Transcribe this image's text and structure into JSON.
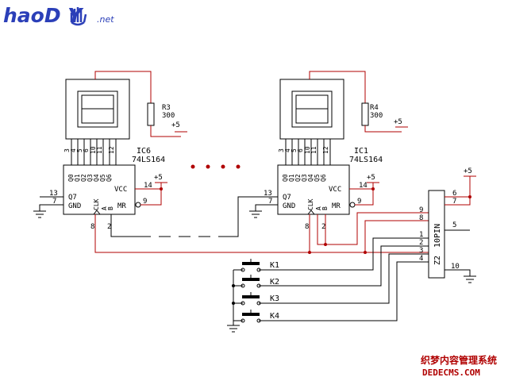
{
  "logo": {
    "main": "haoD  Y",
    "suffix": ".net"
  },
  "watermark": {
    "line1": "织梦内容管理系统",
    "line2": "DEDECMS.COM"
  },
  "colors": {
    "wire": "#000000",
    "power_wire": "#b00000",
    "logo": "#2b3fb8",
    "watermark": "#b00000"
  },
  "ic6": {
    "name": "IC6",
    "part": "74LS164",
    "top_pins": [
      "3",
      "4",
      "5",
      "6",
      "10",
      "11",
      "12"
    ],
    "outputs": [
      "Q0",
      "Q1",
      "Q2",
      "Q3",
      "Q4",
      "Q5",
      "Q6"
    ],
    "q7": "Q7",
    "gnd": "GND",
    "vcc": "VCC",
    "mr": "MR",
    "clk": "CLK",
    "a": "A",
    "b": "B",
    "pin13": "13",
    "pin7": "7",
    "pin14": "14",
    "pin9": "9",
    "pin8": "8",
    "pin2": "2",
    "vcc_label": "+5"
  },
  "ic1": {
    "name": "IC1",
    "part": "74LS164",
    "top_pins": [
      "3",
      "4",
      "5",
      "6",
      "10",
      "11",
      "12"
    ],
    "outputs": [
      "Q0",
      "Q1",
      "Q2",
      "Q3",
      "Q4",
      "Q5",
      "Q6"
    ],
    "q7": "Q7",
    "gnd": "GND",
    "vcc": "VCC",
    "mr": "MR",
    "clk": "CLK",
    "a": "A",
    "b": "B",
    "pin13": "13",
    "pin7": "7",
    "pin14": "14",
    "pin9": "9",
    "pin8": "8",
    "pin2": "2",
    "vcc_label": "+5"
  },
  "r3": {
    "name": "R3",
    "value": "300",
    "supply": "+5"
  },
  "r4": {
    "name": "R4",
    "value": "300",
    "supply": "+5"
  },
  "connector": {
    "name": "Z2",
    "type": "10PIN",
    "supply": "+5",
    "left_pins": [
      "9",
      "8",
      "1",
      "2",
      "3",
      "4"
    ],
    "right_pins": [
      "6",
      "7",
      "5",
      "10"
    ]
  },
  "keys": [
    "K1",
    "K2",
    "K3",
    "K4"
  ]
}
